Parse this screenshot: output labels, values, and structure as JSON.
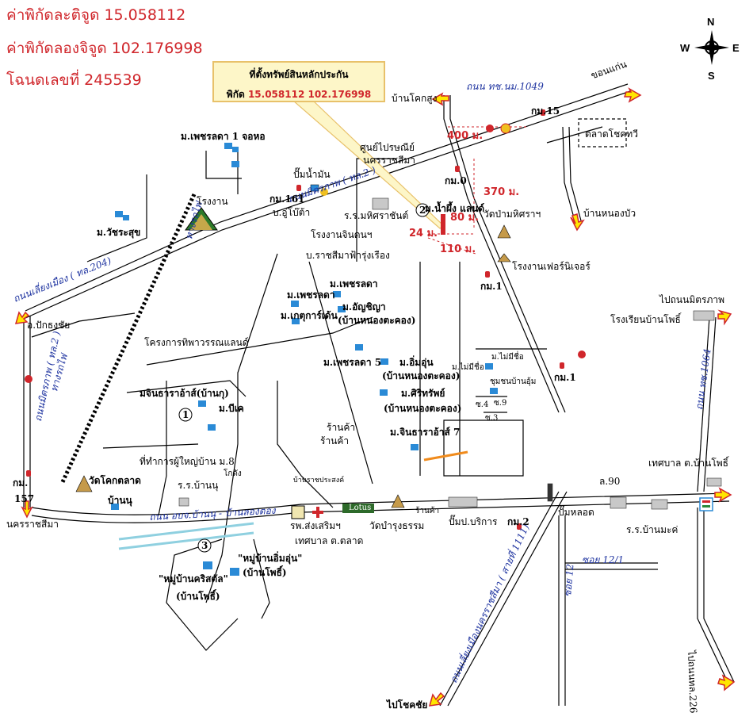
{
  "header": {
    "latitude": "ค่าพิกัดละติจูด 15.058112",
    "longitude": "ค่าพิกัดลองจิจูด 102.176998",
    "deed": "โฉนดเลขที่ 245539"
  },
  "callout": {
    "title": "ที่ตั้งทรัพย์สินหลักประกัน",
    "coord_label": "พิกัด",
    "coord_value": "15.058112 102.176998"
  },
  "compass": {
    "n": "N",
    "s": "S",
    "e": "E",
    "w": "W"
  },
  "distances": {
    "d400": "400 ม.",
    "d370": "370 ม.",
    "d80": "80 ม.",
    "d24": "24 ม.",
    "d110": "110 ม."
  },
  "roads": {
    "mittraphap_top": "ถนนมิตรภาพ ( ทล.2 )",
    "mittraphap_left": "ถนนมิตรภาพ ( ทล.2 )",
    "bypass_204": "ถนนเลี่ยงเมือง ( ทล.204)",
    "road_1049": "ถนน ทช.นม.1049",
    "road_1064": "ถนน ทช.1064",
    "railway_top": "ทางรถไฟ",
    "railway_mid": "ทางรถไฟ",
    "ban_nu": "ถนน อบจ.บ้านนุ - บ้านลองตอง",
    "bypass_1111": "ถนนเลี่ยงเมืองนครราชสีมา ( สายที่ 1111)",
    "soi12": "ซอย 12",
    "soi12_1": "ซอย 12/1",
    "road_226": "ไปถนนทล.226"
  },
  "labels": {
    "khon_kaen": "ขอนแก่น",
    "ban_khok_sung": "บ้านโคกสูง",
    "km15": "กม.15",
    "market": "ตลาดโชคทวี",
    "ban_nong_bua": "บ้านหนองบัว",
    "km0": "กม.0",
    "service_center": "ศูนย์ไปรษณีย์",
    "service_center2": "นครราชสีมา",
    "fuel": "ปั๊มน้ำมัน",
    "km161": "กม.161",
    "bo_u": "บ.อู่โบ๊ต้า",
    "factory": "โรงงาน",
    "phet1": "ม.เพชรลดา 1 จอหอ",
    "watchara": "ม.วัชระสุข",
    "school_mahit": "ร.ร.มหิศราชันต์",
    "factory_jin": "โรงงานจินดนฯ",
    "rachasima": "บ.ราชสีมาฟ้ารุ่งเรือง",
    "ban_namphueng": "ม.น้ำผึ้ง แลนด์",
    "wat_pamahit": "วัดป่ามหิศราฯ",
    "furniture": "โรงงานเฟอร์นิเจอร์",
    "km1a": "กม.1",
    "to_mittraphap": "ไปถนนมิตรภาพ",
    "school_banpho": "โรงเรียนบ้านโพธิ์",
    "km1b": "กม.1",
    "phet_a": "ม.เพชรลดา",
    "phet_b": "ม.เพชรลดา",
    "kasetsart": "ม.เกตุการ์เด้น",
    "anchanya": "ม.อัญชิญา",
    "anchanya2": "(บ้านหนองตะคอง)",
    "pak_thong": "อ.ปักธงชัย",
    "project_thip": "โครงการทิพาวรรณแลนด์",
    "phet5": "ม.เพชรลดา 5",
    "im_un": "ม.อิ่มอุ่น",
    "im_un2": "(บ้านหนองตะคอง)",
    "no_name1": "ม.ไม่มีชื่อ",
    "no_name2": "ม.ไม่มีชื่อ",
    "community": "ชุมชนบ้านอุ้ม",
    "sirisap": "ม.ศิริทรัพย์",
    "sirisap2": "(บ้านหนองตะคอง)",
    "z4": "ซ.4",
    "z9": "ซ.9",
    "z3": "ซ.3",
    "jintana_a": "มจินธาราอ้าส์(บ้านกุ)",
    "bk": "ม.บีเค",
    "jintana7": "ม.จินธาราอ้าส์ 7",
    "shop1": "ร้านค้า",
    "shop2": "ร้านค้า",
    "wat_khok": "วัดโคกตลาด",
    "village_head": "ที่ทำการผู้ใหญ่บ้าน ม.8",
    "school_bannu": "ร.ร.บ้านนุ",
    "warehouse": "โกดัง",
    "ban_nu": "บ้านนุ",
    "km157": "กม.",
    "km157b": "157",
    "nakhon": "นครราชสีมา",
    "ban_prasong": "บ้านราชประสงค์",
    "hospital": "รพ.ส่งเสริมฯ",
    "lotus": "Lotus",
    "municipality_talat": "เทศบาล ต.ตลาด",
    "wat_bamrung": "วัดบำรุงธรรม",
    "shop3": "ร้านค้า",
    "gas_service": "ปั๊มป.บริการ",
    "km2": "กม.2",
    "l90": "ล.90",
    "municipality_banpho": "เทศบาล ต.บ้านโพธิ์",
    "pump_lot": "ปั๊มหลอด",
    "school_banma": "ร.ร.บ้านมะค่",
    "christal": "\"หมู่บ้านคริสตัล\"",
    "christal2": "(บ้านโพธิ์)",
    "imun_village": "\"หมู่บ้านอิ่มอุ่น\"",
    "imun_village2": "(บ้านโพธิ์)",
    "to_chokchai": "ไปโชคชัย",
    "n1": "1",
    "n2": "2",
    "n3": "3"
  },
  "colors": {
    "red": "#d0262b",
    "road_blue": "#1f34a0",
    "callout_bg": "#fdf6c8",
    "arrow_fill": "#ffe600",
    "arrow_stroke": "#d0262b"
  }
}
